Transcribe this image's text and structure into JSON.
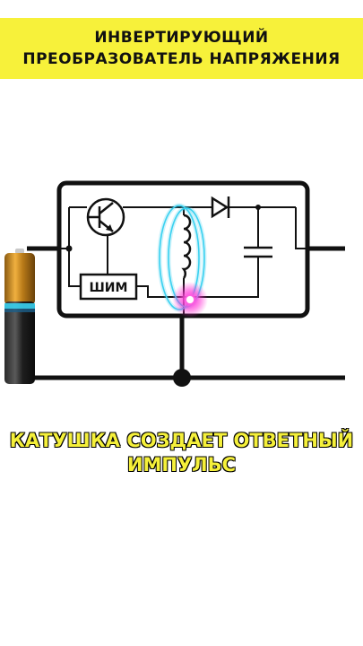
{
  "title": {
    "line1": "ИНВЕРТИРУЮЩИЙ",
    "line2": "ПРЕОБРАЗОВАТЕЛЬ НАПРЯЖЕНИЯ"
  },
  "circuit": {
    "pwm_label": "ШИМ"
  },
  "caption": {
    "line1": "КАТУШКА СОЗДАЕТ ОТВЕТНЫЙ",
    "line2": "ИМПУЛЬС"
  },
  "colors": {
    "banner": "#f7f13a",
    "caption_text": "#f5f03a",
    "coil_glow": "#3ad1f0",
    "spark": "#ff2fd6"
  }
}
